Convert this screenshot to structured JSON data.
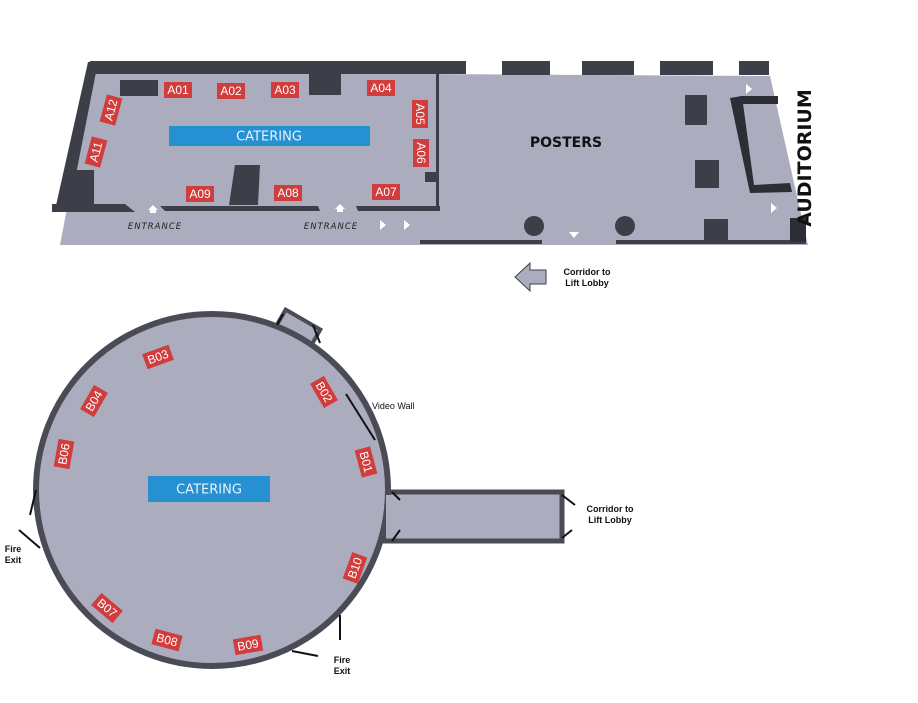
{
  "hall_a": {
    "catering": "CATERING",
    "posters": "POSTERS",
    "auditorium": "AUDITORIUM",
    "entrance_1": "ENTRANCE",
    "entrance_2": "ENTRANCE",
    "corridor_line1": "Corridor to",
    "corridor_line2": "Lift Lobby",
    "booths": [
      "A01",
      "A02",
      "A03",
      "A04",
      "A05",
      "A06",
      "A07",
      "A08",
      "A09",
      "A11",
      "A12"
    ]
  },
  "hall_b": {
    "catering": "CATERING",
    "video_wall": "Video Wall",
    "corridor_line1": "Corridor to",
    "corridor_line2": "Lift Lobby",
    "fire_exit_left_1": "Fire",
    "fire_exit_left_2": "Exit",
    "fire_exit_bottom_1": "Fire",
    "fire_exit_bottom_2": "Exit",
    "booths": [
      "B01",
      "B02",
      "B03",
      "B04",
      "B06",
      "B07",
      "B08",
      "B09",
      "B10"
    ]
  },
  "colors": {
    "floor": "#abadbf",
    "wall": "#3d3f48",
    "booth": "#d13c3c",
    "catering": "#2590d2"
  }
}
